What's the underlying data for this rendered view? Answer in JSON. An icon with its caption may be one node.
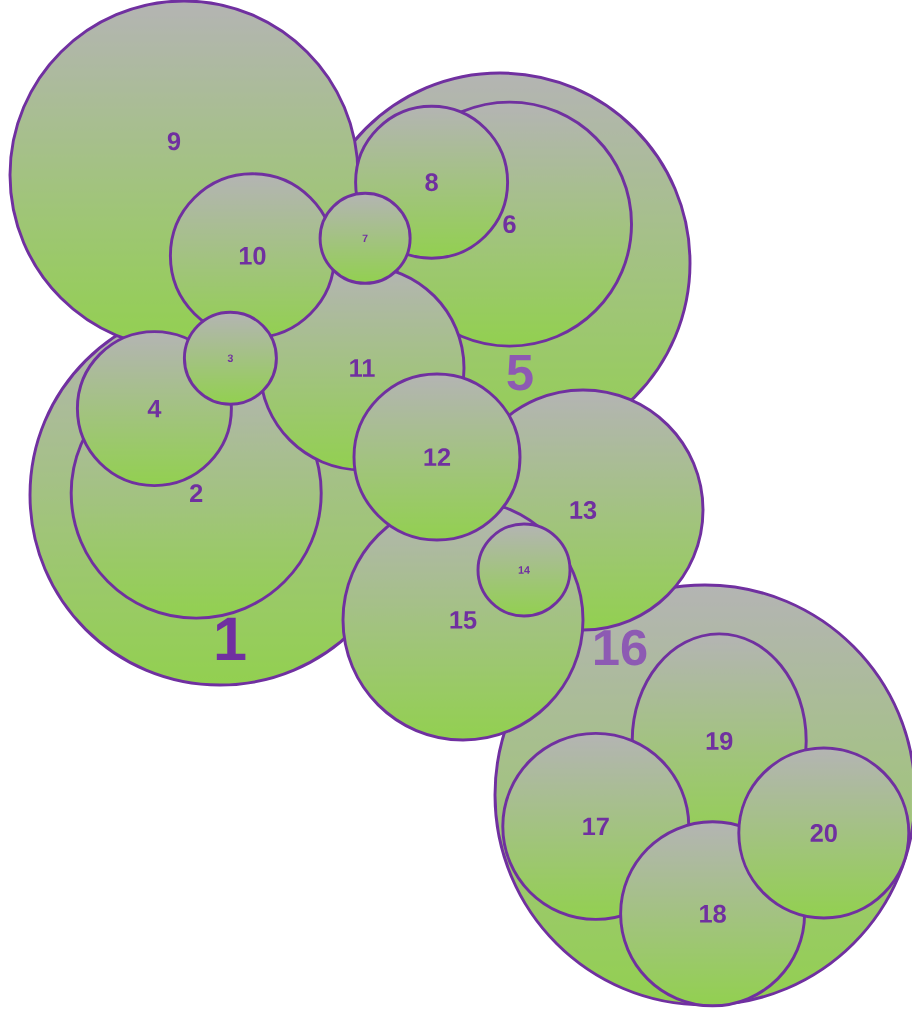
{
  "diagram": {
    "nodes": [
      {
        "text": [
          "1"
        ]
      },
      {
        "text": [
          "2"
        ],
        "in": 0
      },
      {
        "text": [
          "3"
        ],
        "in": 0
      },
      {
        "text": [
          "4"
        ],
        "in": 0
      },
      {
        "text": [
          "5"
        ]
      },
      {
        "text": [
          "6"
        ],
        "in": 4
      },
      {
        "text": [
          "7"
        ],
        "in": 4
      },
      {
        "text": [
          "8"
        ],
        "in": 4
      },
      {
        "text": [
          "9"
        ]
      },
      {
        "text": [
          "10"
        ],
        "in": 8
      },
      {
        "text": [
          "11"
        ]
      },
      {
        "text": [
          "12"
        ]
      },
      {
        "text": [
          "13"
        ]
      },
      {
        "text": [
          "14"
        ]
      },
      {
        "text": [
          "15"
        ]
      },
      {
        "text": [
          "16"
        ]
      },
      {
        "text": [
          "17"
        ],
        "in": 15
      },
      {
        "text": [
          "18"
        ],
        "in": 15
      },
      {
        "text": [
          "19"
        ],
        "in": 15
      },
      {
        "text": [
          "20"
        ],
        "in": 15
      }
    ]
  }
}
